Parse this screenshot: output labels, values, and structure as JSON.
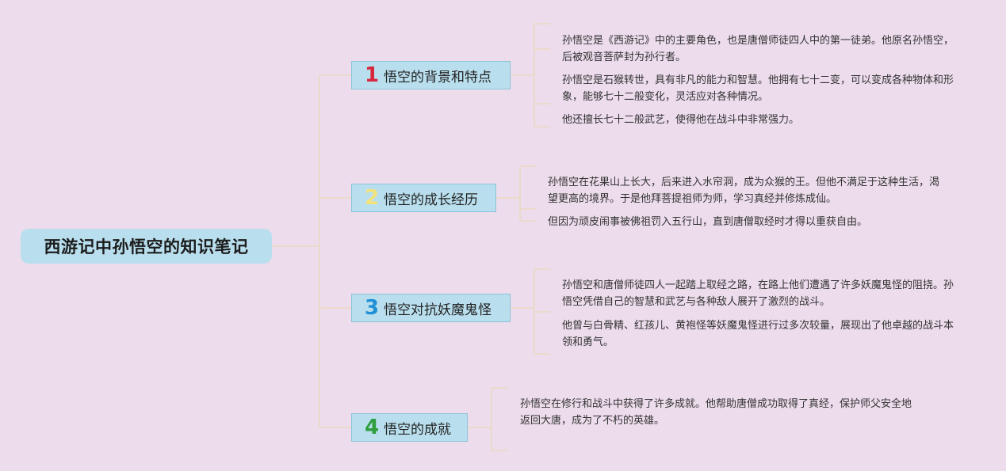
{
  "root": {
    "title": "西游记中孙悟空的知识笔记"
  },
  "branches": [
    {
      "number": "1",
      "number_color": "#d7263d",
      "label": "悟空的背景和特点",
      "notes": [
        "孙悟空是《西游记》中的主要角色，也是唐僧师徒四人中的第一徒弟。他原名孙悟空，后被观音菩萨封为孙行者。",
        "孙悟空是石猴转世，具有非凡的能力和智慧。他拥有七十二变，可以变成各种物体和形象，能够七十二般变化，灵活应对各种情况。",
        "他还擅长七十二般武艺，使得他在战斗中非常强力。"
      ]
    },
    {
      "number": "2",
      "number_color": "#f3e27a",
      "label": "悟空的成长经历",
      "notes": [
        "孙悟空在花果山上长大，后来进入水帘洞，成为众猴的王。但他不满足于这种生活，渴望更高的境界。于是他拜菩提祖师为师，学习真经并修炼成仙。",
        "但因为顽皮闹事被佛祖罚入五行山，直到唐僧取经时才得以重获自由。"
      ]
    },
    {
      "number": "3",
      "number_color": "#1f8fd6",
      "label": "悟空对抗妖魔鬼怪",
      "notes": [
        "孙悟空和唐僧师徒四人一起踏上取经之路，在路上他们遭遇了许多妖魔鬼怪的阻挠。孙悟空凭借自己的智慧和武艺与各种敌人展开了激烈的战斗。",
        "他曾与白骨精、红孩儿、黄袍怪等妖魔鬼怪进行过多次较量，展现出了他卓越的战斗本领和勇气。"
      ]
    },
    {
      "number": "4",
      "number_color": "#2e9e3e",
      "label": "悟空的成就",
      "notes": [
        "孙悟空在修行和战斗中获得了许多成就。他帮助唐僧成功取得了真经，保护师父安全地返回大唐，成为了不朽的英雄。"
      ]
    }
  ]
}
